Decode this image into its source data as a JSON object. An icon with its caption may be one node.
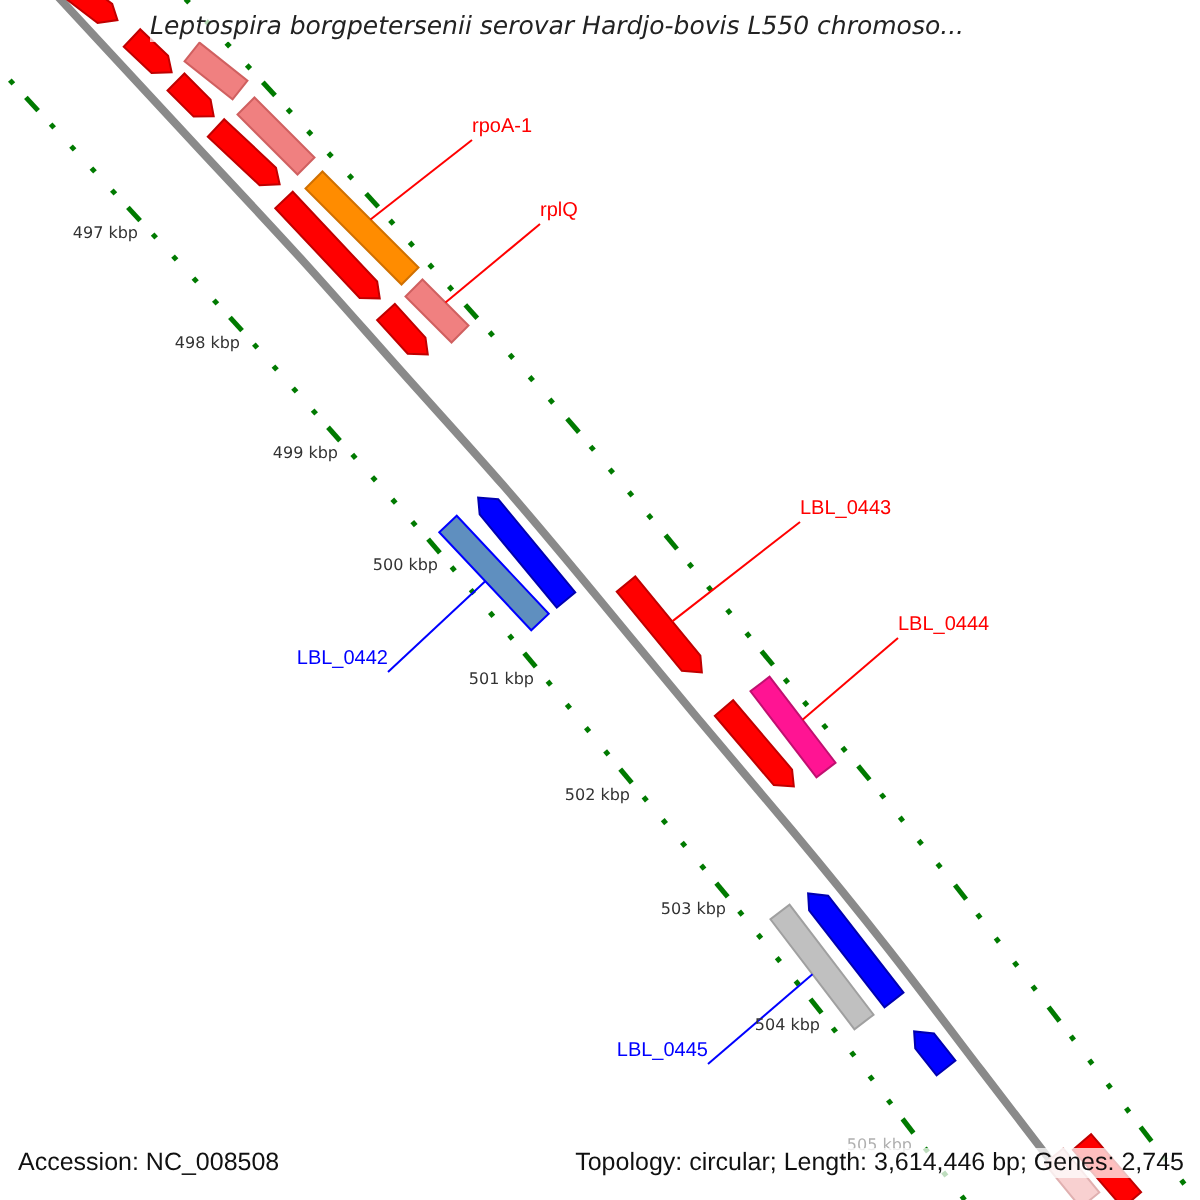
{
  "diagram": {
    "title": "Leptospira borgpetersenii serovar Hardjo-bovis L550 chromoso...",
    "nodes": [
      {
        "text": [],
        "shape": "bar"
      },
      {
        "text": [],
        "shape": "arrow"
      },
      {
        "text": [],
        "shape": "arrow"
      },
      {
        "text": [],
        "shape": "arrow"
      },
      {
        "text": [
          "rpoA-1"
        ]
      },
      {
        "text": [],
        "shape": "bar"
      },
      {
        "text": [],
        "shape": "arrow"
      },
      {
        "text": [],
        "shape": "bar"
      },
      {
        "text": [
          "rplQ"
        ]
      },
      {
        "text": [],
        "shape": "arrow"
      },
      {
        "text": [],
        "shape": "bar"
      },
      {
        "text": [],
        "shape": "arrow"
      },
      {
        "text": [],
        "shape": "arrow"
      },
      {
        "text": [
          "LBL_0443"
        ]
      },
      {
        "text": [],
        "shape": "bar"
      },
      {
        "text": [],
        "shape": "arrow"
      },
      {
        "text": [
          "LBL_0444"
        ]
      },
      {
        "text": [
          "LBL_0442"
        ]
      },
      {
        "text": [],
        "shape": "bar"
      },
      {
        "text": [],
        "shape": "arrow"
      },
      {
        "text": [],
        "shape": "arrow"
      },
      {
        "text": [],
        "shape": "bar"
      },
      {
        "text": [],
        "shape": "arrow"
      },
      {
        "text": [
          "LBL_0445"
        ]
      },
      {
        "text": [],
        "shape": "bar"
      },
      {
        "text": [],
        "shape": "bar"
      }
    ],
    "edges": [
      {
        "from": 4,
        "to": 7,
        "arrow": "none"
      },
      {
        "from": 8,
        "to": 10,
        "arrow": "none"
      },
      {
        "from": 13,
        "to": 15,
        "arrow": "none"
      },
      {
        "from": 16,
        "to": 18,
        "arrow": "none"
      },
      {
        "from": 17,
        "to": 14,
        "arrow": "none",
        "color": "#0000ff"
      },
      {
        "from": 23,
        "to": 21,
        "arrow": "none",
        "color": "#0000ff"
      }
    ],
    "labels": [
      "497 kbp",
      "498 kbp",
      "499 kbp",
      "500 kbp",
      "501 kbp",
      "502 kbp",
      "503 kbp",
      "504 kbp",
      "505 kbp",
      "Accession: NC_008508",
      "Topology: circular; Length: 3,614,446 bp; Genes: 2,745"
    ]
  }
}
